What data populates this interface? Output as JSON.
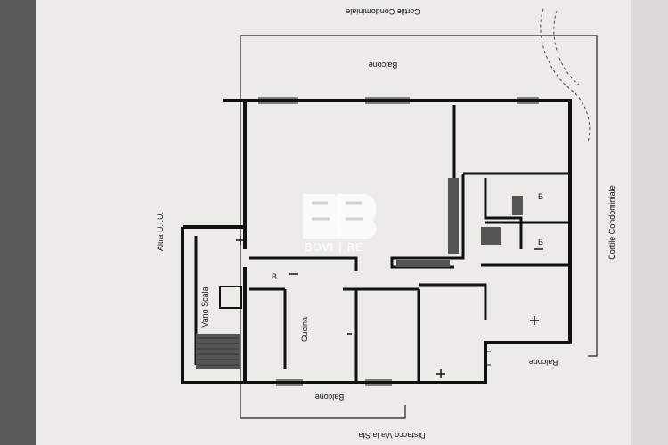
{
  "plan": {
    "labels": {
      "cortile_top": "Cortile Condominiale",
      "cortile_right": "Cortile Condominiale",
      "balcone_top": "Balcone",
      "balcone_bottom": "Balcone",
      "balcone_right": "Balcone",
      "altra_uiu": "Altra U.I.U.",
      "vano_scala": "Vano Scala",
      "cucina": "Cucina",
      "distacco": "Distacco Via la Sfa",
      "bagno_1": "B",
      "bagno_2": "B",
      "bagno_3": "B"
    },
    "watermark": {
      "brand": "BOVI | RE"
    }
  }
}
